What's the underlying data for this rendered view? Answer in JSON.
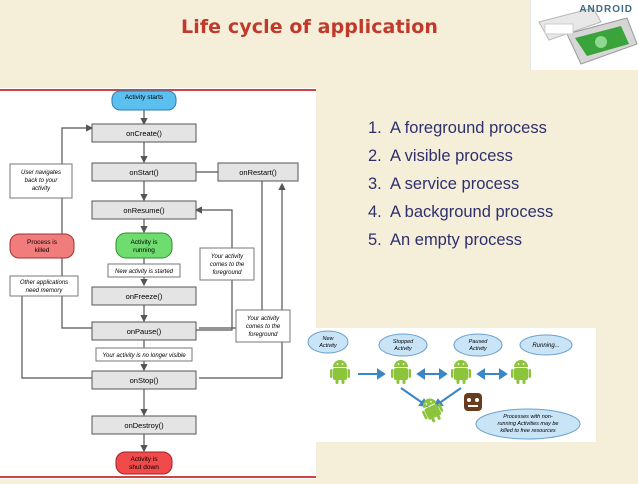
{
  "title": "Life cycle of application",
  "logo": {
    "brand_text": "ANDROID"
  },
  "lifecycle": {
    "start": "Activity starts",
    "on_create": "onCreate()",
    "on_start": "onStart()",
    "on_restart": "onRestart()",
    "on_resume": "onResume()",
    "running": "Activity is running",
    "new_activity": "New activity is started",
    "on_freeze": "onFreeze()",
    "on_pause": "onPause()",
    "no_longer_visible": "Your activity is no longer visible",
    "on_stop": "onStop()",
    "on_destroy": "onDestroy()",
    "shutdown": "Activity is shut down",
    "user_navigates": [
      "User navigates",
      "back to your",
      "activity"
    ],
    "process_killed": [
      "Process is",
      "killed"
    ],
    "other_apps": [
      "Other applications",
      "need memory"
    ],
    "comes_foreground_1": [
      "Your activity",
      "comes to the",
      "foreground"
    ],
    "comes_foreground_2": [
      "Your activity",
      "comes to the",
      "foreground"
    ],
    "colors": {
      "start": "#5bc0f0",
      "running": "#6fdc6f",
      "killed": "#f07c7c",
      "shutdown": "#f04a4a",
      "box": "#e4e4e4"
    }
  },
  "process_list": [
    {
      "num": "1.",
      "text": "A foreground process"
    },
    {
      "num": "2.",
      "text": "A visible process"
    },
    {
      "num": "3.",
      "text": "A service process"
    },
    {
      "num": "4.",
      "text": "A background process"
    },
    {
      "num": "5.",
      "text": "An empty process"
    }
  ],
  "states": {
    "new_activity": [
      "New",
      "Activity"
    ],
    "stopped": [
      "Stopped",
      "Activity"
    ],
    "paused": [
      "Paused",
      "Activity"
    ],
    "running": "Running...",
    "killed_note": [
      "Processes with non-",
      "running Activities may be",
      "killed to free resources"
    ]
  }
}
